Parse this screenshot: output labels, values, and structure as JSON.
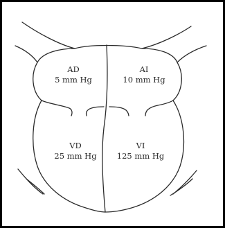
{
  "chambers": {
    "ad": {
      "name": "AD",
      "pressure": "5 mm Hg"
    },
    "ai": {
      "name": "AI",
      "pressure": "10 mm Hg"
    },
    "vd": {
      "name": "VD",
      "pressure": "25 mm Hg"
    },
    "vi": {
      "name": "VI",
      "pressure": "125 mm Hg"
    }
  },
  "colors": {
    "line": "#2a2a2a",
    "border": "#000000",
    "background": "#ffffff"
  }
}
